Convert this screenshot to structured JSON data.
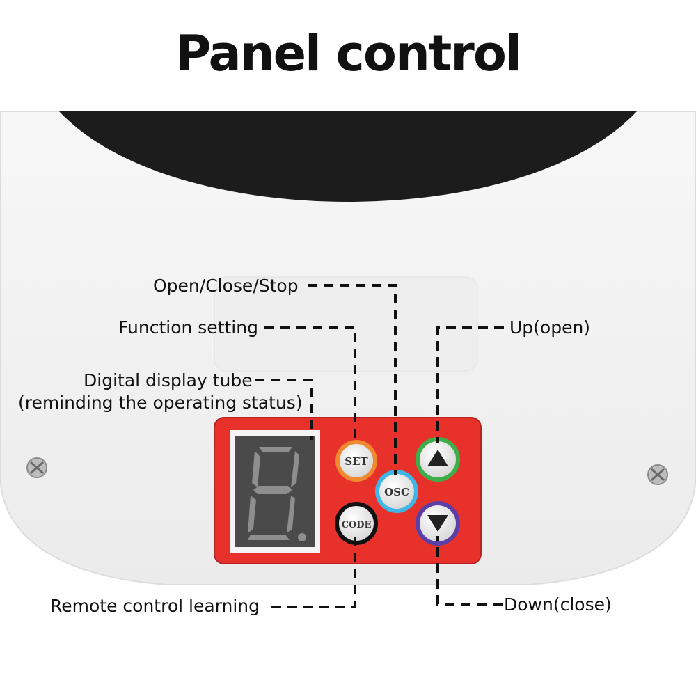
{
  "title": "Panel control",
  "labels": {
    "open_close_stop": "Open/Close/Stop",
    "function_setting": "Function setting",
    "digital_display_line1": "Digital display tube",
    "digital_display_line2": "(reminding the operating status)",
    "up_open": "Up(open)",
    "remote_control_learning": "Remote control learning",
    "down_close": "Down(close)"
  },
  "buttons": {
    "set": "SET",
    "osc": "OSC",
    "code": "CODE",
    "up_icon": "triangle-up-icon",
    "down_icon": "triangle-down-icon"
  },
  "display": {
    "digit": "8."
  },
  "colors": {
    "panel_red": "#e8312b",
    "display_bg": "#4a4a4a",
    "set_ring": "#f08a30",
    "osc_ring": "#3fb6e6",
    "code_ring": "#111111",
    "up_ring": "#3fae4a",
    "down_ring": "#5b3fa6",
    "housing": "#f2f2f2",
    "top_band": "#1c1c1c"
  }
}
